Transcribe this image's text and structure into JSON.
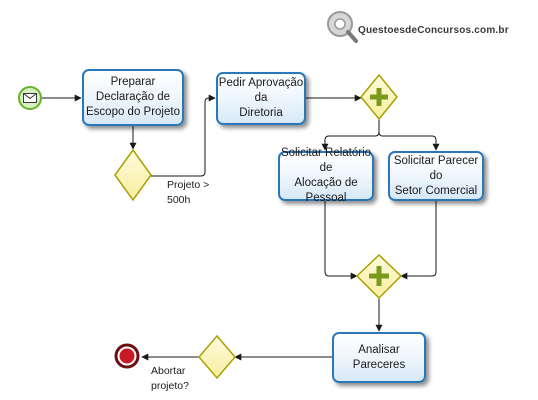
{
  "watermark": {
    "text": "QuestoesdeConcursos.com.br",
    "colors": {
      "dark": "#3a3a3a",
      "light": "#9a9a9a"
    }
  },
  "diagram": {
    "colors": {
      "task_border": "#2a78ba",
      "gateway_fill": "#fdf7c8",
      "gateway_border": "#a8a000",
      "parallel_plus": "#7a9a1c",
      "start_fill": "#d8f0c0",
      "start_border": "#68b22a",
      "end_fill": "#c81a24",
      "end_border": "#6e0d12",
      "arrow": "#1a1a1a"
    },
    "tasks": {
      "preparar": "Preparar Declaração de\nEscopo do Projeto",
      "pedir": "Pedir Aprovação da\nDiretoria",
      "solicitar_relatorio": "Solicitar Relatório de\nAlocação de Pessoal",
      "solicitar_parecer": "Solicitar Parecer do\nSetor Comercial",
      "analisar": "Analisar Pareceres"
    },
    "edge_labels": {
      "projeto_500h": "Projeto >\n500h",
      "abortar": "Abortar\nprojeto?"
    },
    "events": {
      "start": {
        "type": "message-start-event"
      },
      "end": {
        "type": "end-event"
      }
    },
    "gateways": [
      {
        "id": "gw-projeto",
        "type": "exclusive"
      },
      {
        "id": "gw-split",
        "type": "parallel"
      },
      {
        "id": "gw-join",
        "type": "parallel"
      },
      {
        "id": "gw-abortar",
        "type": "exclusive"
      }
    ]
  }
}
